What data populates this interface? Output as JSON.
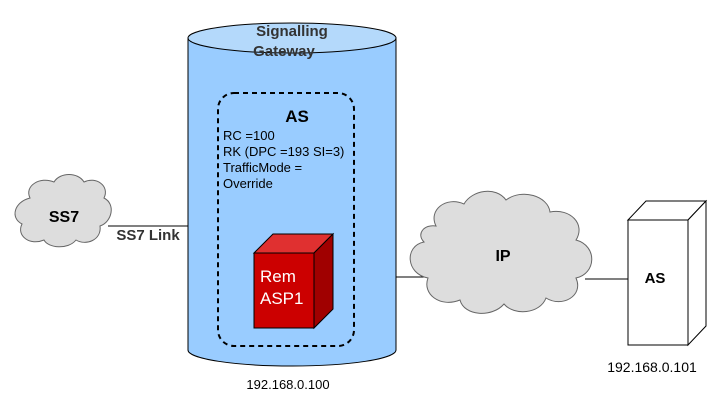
{
  "gateway": {
    "title_line1": "Signalling",
    "title_line2": "Gateway",
    "ip": "192.168.0.100",
    "fill_color": "#99ccff",
    "top_color": "#b4d9fb"
  },
  "as_box": {
    "title": "AS",
    "rc": "RC =100",
    "rk": "RK (DPC =193 SI=3)",
    "traffic_mode_line1": "TrafficMode =",
    "traffic_mode_line2": "Override"
  },
  "rem_asp": {
    "line1": "Rem",
    "line2": "ASP1",
    "front_color": "#cc0000",
    "top_color": "#e03030",
    "side_color": "#a00000"
  },
  "ss7_cloud": {
    "label": "SS7",
    "fill_color": "#dddddd"
  },
  "ss7_link": {
    "label": "SS7 Link"
  },
  "ip_cloud": {
    "label": "IP",
    "fill_color": "#dddddd"
  },
  "remote_as": {
    "label": "AS",
    "ip": "192.168.0.101"
  }
}
